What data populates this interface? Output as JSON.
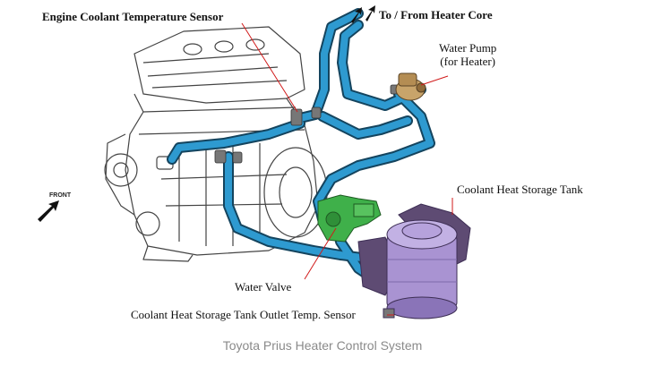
{
  "labels": {
    "ect_sensor": "Engine Coolant Temperature Sensor",
    "heater_core": "To / From Heater Core",
    "water_pump_line1": "Water Pump",
    "water_pump_line2": "(for Heater)",
    "storage_tank": "Coolant Heat Storage Tank",
    "water_valve": "Water Valve",
    "outlet_sensor": "Coolant Heat Storage Tank Outlet Temp. Sensor",
    "front": "FRONT"
  },
  "caption": "Toyota Prius Heater Control System",
  "colors": {
    "hose": "#2e9ad0",
    "hose_outline": "#14445e",
    "engine_line": "#444444",
    "valve": "#3fb04a",
    "tank": "#a993d2",
    "bracket": "#5e4b73",
    "pump": "#c8a46a",
    "leader": "#d11a1a",
    "caption": "#8a8a8a"
  }
}
